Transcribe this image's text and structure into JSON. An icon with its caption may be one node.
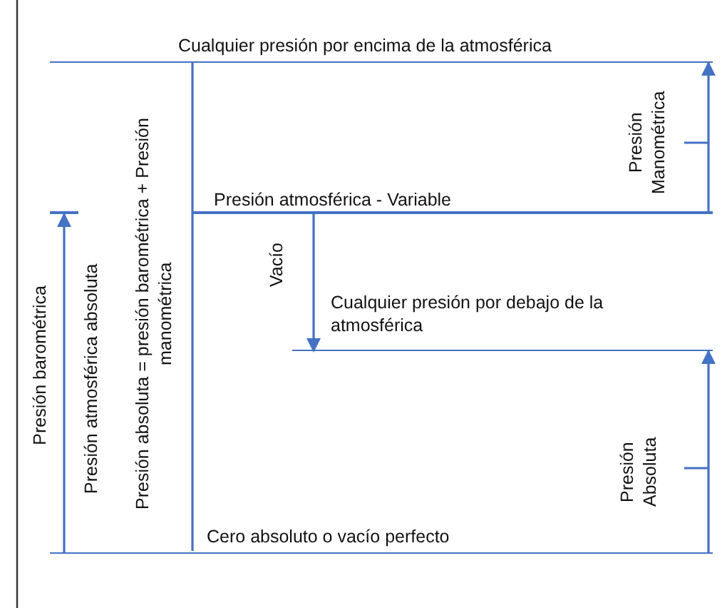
{
  "diagram": {
    "nodes": [
      {
        "text": [
          "Cualquier presión por encima de la atmosférica"
        ]
      },
      {
        "text": [
          "Presión atmosférica - Variable"
        ]
      },
      {
        "text": [
          "Cualquier presión por debajo de la atmosférica"
        ]
      },
      {
        "text": [
          "Cero absoluto o vacío perfecto"
        ]
      }
    ],
    "edges": [
      {
        "from": 3,
        "to": 1,
        "arrow": "to",
        "label": "Presión barométrica"
      },
      {
        "from": 1,
        "to": 2,
        "arrow": "to",
        "label": "Vacío"
      },
      {
        "from": 1,
        "to": 0,
        "arrow": "to",
        "label": "Presión Manométrica"
      },
      {
        "from": 3,
        "to": 2,
        "arrow": "to",
        "label": "Presión Absoluta"
      }
    ],
    "labels": [
      "Presión atmosférica absoluta",
      "Presión absoluta = presión barométrica + Presión manométrica"
    ]
  }
}
